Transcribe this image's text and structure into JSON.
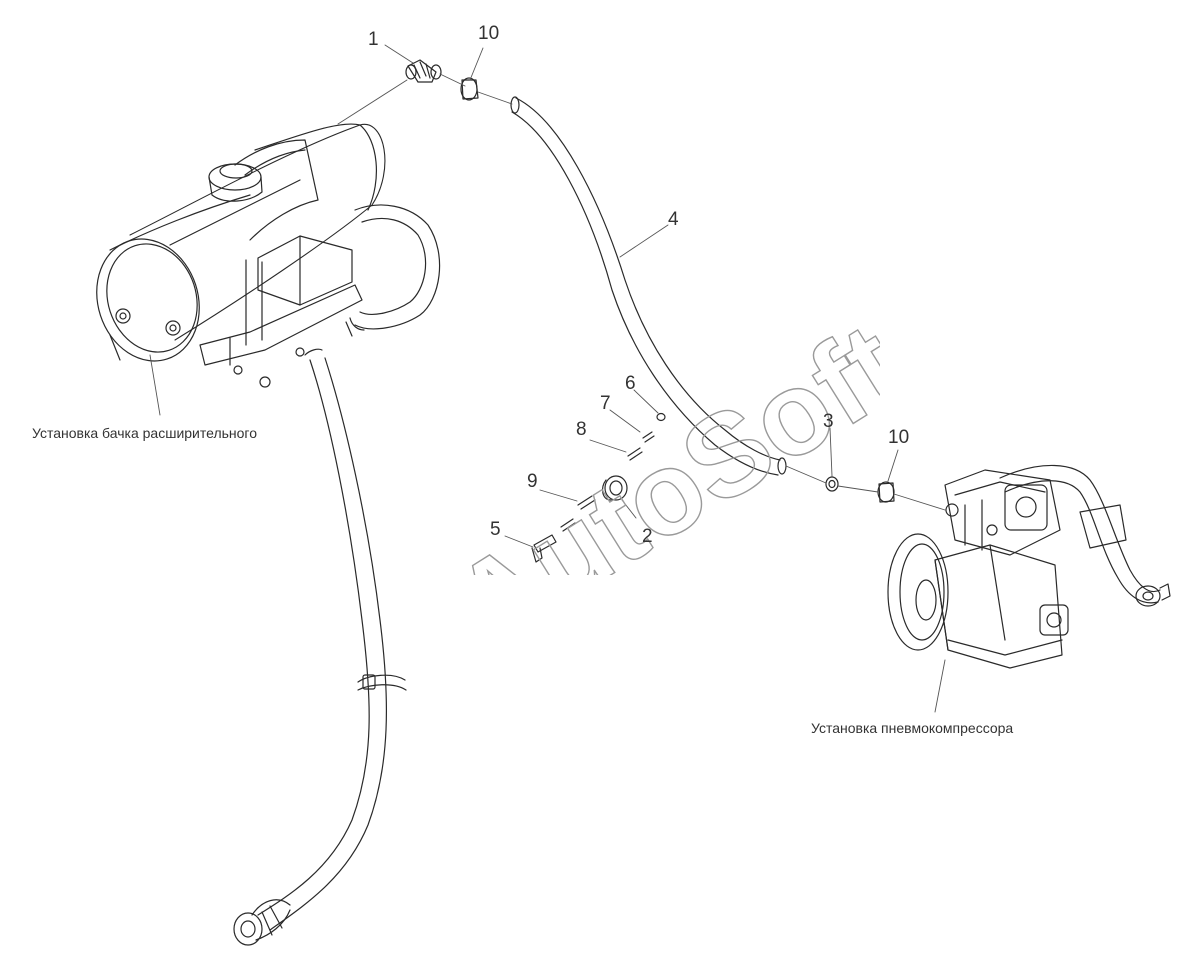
{
  "callouts": {
    "c1": "1",
    "c10a": "10",
    "c4": "4",
    "c6": "6",
    "c7": "7",
    "c8": "8",
    "c9": "9",
    "c5": "5",
    "c2": "2",
    "c3": "3",
    "c10b": "10"
  },
  "captions": {
    "tank": "Установка бачка расширительного",
    "compressor": "Установка пневмокомпрессора"
  },
  "watermark": "AutoSoft"
}
